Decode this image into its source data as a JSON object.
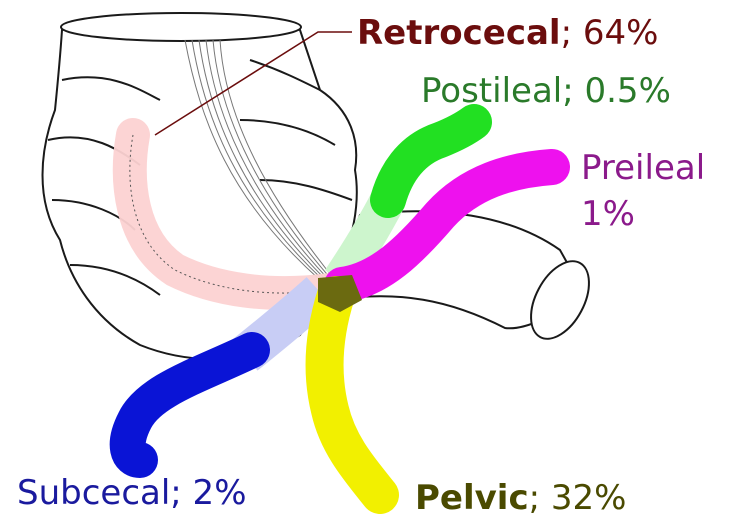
{
  "labels": {
    "retrocecal": {
      "name": "Retrocecal",
      "value": "; 64%",
      "color": "#6b0d0d"
    },
    "postileal": {
      "text": "Postileal; 0.5%",
      "color": "#2a7a2a"
    },
    "preileal": {
      "line1": "Preileal",
      "line2": "1%",
      "color": "#8b1a8b"
    },
    "subcecal": {
      "text": "Subcecal; 2%",
      "color": "#1a1a9e"
    },
    "pelvic": {
      "name": "Pelvic",
      "value": "; 32%",
      "color": "#4a4a00"
    }
  },
  "colors": {
    "retrocecal_fill": "#fcd2d2",
    "postileal_fill": "#22e022",
    "preileal_fill": "#ee11ee",
    "subcecal_fill": "#0a14d6",
    "pelvic_fill": "#f2f000",
    "junction_fill": "#6b6a10",
    "pointer_line": "#6b0d0d"
  }
}
